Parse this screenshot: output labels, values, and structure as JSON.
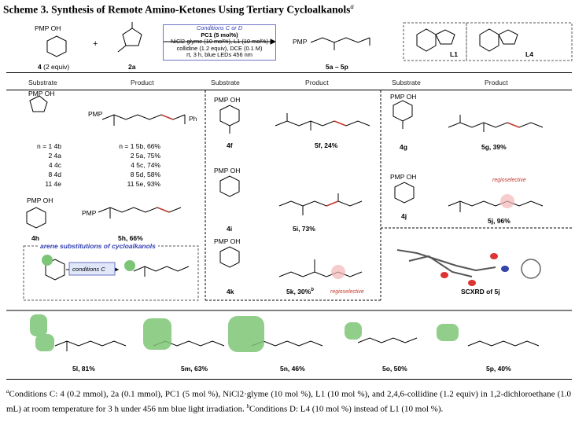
{
  "scheme": {
    "title": "Scheme 3. Synthesis of Remote Amino-Ketones Using Tertiary Cycloalkanols",
    "title_note": "a"
  },
  "reaction": {
    "reagent1_label": "4",
    "reagent1_equiv": "(2 equiv)",
    "reagent2_label": "2a",
    "conditions_title": "Conditions C or D",
    "cond_line1": "PC1 (5 mol%)",
    "cond_line2": "NiCl2·glyme (10 mol%), L1 (10 mol%)",
    "cond_line3": "collidine (1.2 equiv), DCE (0.1 M)",
    "cond_line4": "rt, 3 h, blue LEDs 456 nm",
    "product_label": "5a – 5p",
    "ligand1": "L1",
    "ligand2": "L4"
  },
  "headers": {
    "substrate": "Substrate",
    "product": "Product"
  },
  "col1": {
    "n_rows": [
      {
        "sub": "n = 1  4b",
        "prod": "n = 1  5b, 66%"
      },
      {
        "sub": "2  4a",
        "prod": "2  5a, 75%"
      },
      {
        "sub": "4  4c",
        "prod": "4  5c, 74%"
      },
      {
        "sub": "8  4d",
        "prod": "8  5d, 58%"
      },
      {
        "sub": "11  4e",
        "prod": "11  5e, 93%"
      }
    ],
    "sub_h": "4h",
    "prod_h": "5h, 66%",
    "arene_title": "arene substitutions of cycloalkanols",
    "arene_cond": "conditions C"
  },
  "col2": {
    "sub_f": "4f",
    "prod_f": "5f, 24%",
    "sub_i": "4i",
    "prod_i": "5i, 73%",
    "sub_k": "4k",
    "prod_k": "5k, 30%",
    "prod_k_note": "b",
    "regio": "regioselective"
  },
  "col3": {
    "sub_g": "4g",
    "prod_g": "5g, 39%",
    "sub_j": "4j",
    "prod_j": "5j, 96%",
    "regio": "regioselective",
    "xray": "SCXRD of 5j"
  },
  "bottom_products": [
    {
      "label": "5l, 81%"
    },
    {
      "label": "5m, 63%"
    },
    {
      "label": "5n, 46%"
    },
    {
      "label": "5o, 50%"
    },
    {
      "label": "5p, 40%"
    }
  ],
  "footnote": {
    "a_text": "Conditions C: 4 (0.2 mmol), 2a (0.1 mmol), PC1 (5 mol %), NiCl2·glyme (10 mol %), L1 (10 mol %), and 2,4,6-collidine (1.2 equiv) in 1,2-dichloroethane (1.0 mL) at room temperature for 3 h under 456 nm blue light irradiation.",
    "b_text": "Conditions D: L4 (10 mol %) instead of L1 (10 mol %)."
  },
  "colors": {
    "highlight_green": "#7cc576",
    "highlight_red": "#f3b7b7",
    "bond_red": "#c0392b",
    "conditions_blue": "#3340b0"
  }
}
